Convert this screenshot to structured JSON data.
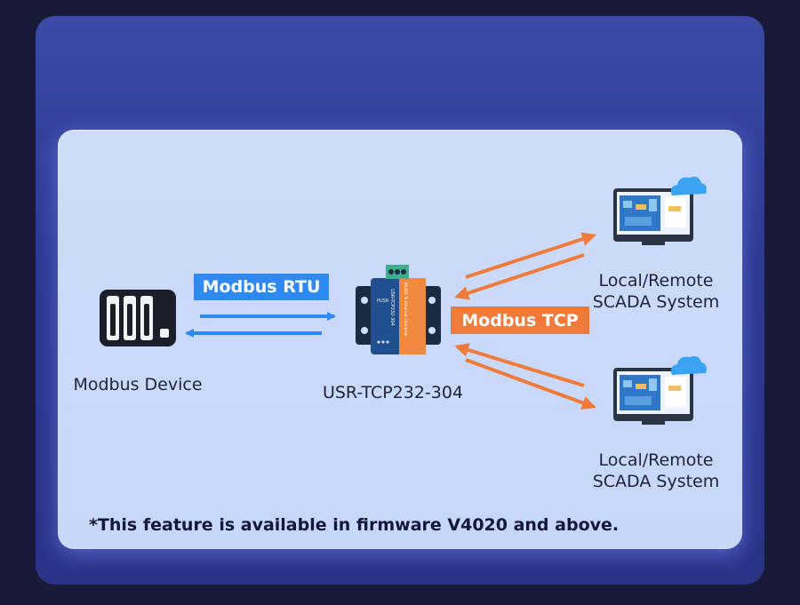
{
  "labels": {
    "protocol_rtu": "Modbus RTU",
    "protocol_tcp": "Modbus TCP"
  },
  "nodes": {
    "device": "Modbus Device",
    "converter": "USR-TCP232-304",
    "scada_line1": "Local/Remote",
    "scada_line2": "SCADA System"
  },
  "converter_print": {
    "model": "USR-TCP232-304",
    "subtitle": "RS485 To Ethernet Converter",
    "brand": "PUSR"
  },
  "footnote": "*This feature is available in firmware V4020 and above.",
  "colors": {
    "rtu_accent": "#2e8af2",
    "tcp_accent": "#f07a3a",
    "outer_panel": "#2c3790",
    "inner_panel": "#c9d9fa"
  },
  "icons": {
    "device": "server-icon",
    "converter": "converter-icon",
    "scada": "monitor-icon",
    "cloud": "cloud-icon"
  }
}
